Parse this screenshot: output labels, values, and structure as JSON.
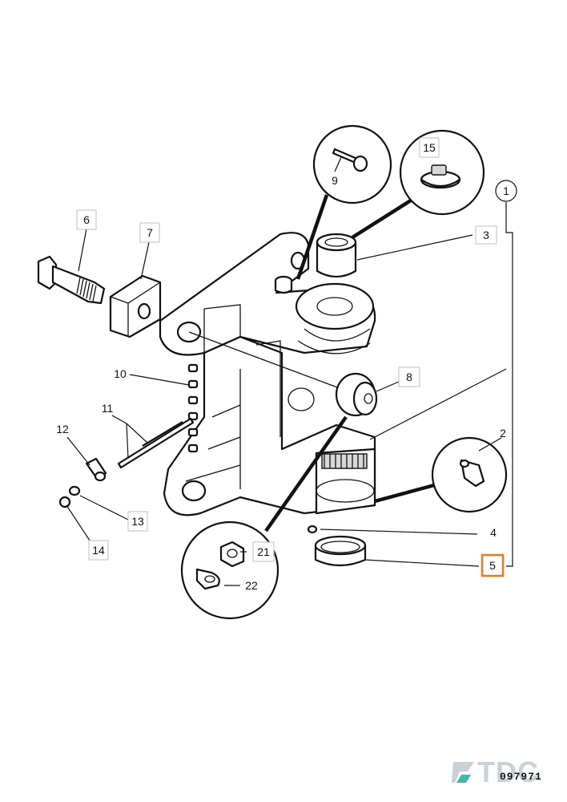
{
  "callouts": {
    "c1": "1",
    "c2": "2",
    "c3": "3",
    "c4": "4",
    "c5": "5",
    "c6": "6",
    "c7": "7",
    "c8": "8",
    "c9": "9",
    "c10": "10",
    "c11": "11",
    "c12": "12",
    "c13": "13",
    "c14": "14",
    "c15": "15",
    "c21": "21",
    "c22": "22"
  },
  "highlighted_callout": "5",
  "drawing_number": "097971",
  "brand": {
    "logo_text": "TDC",
    "colors": {
      "logo": "#c9d1d8",
      "logo_accent": "#3fb8a6",
      "highlight": "#f07820"
    }
  }
}
